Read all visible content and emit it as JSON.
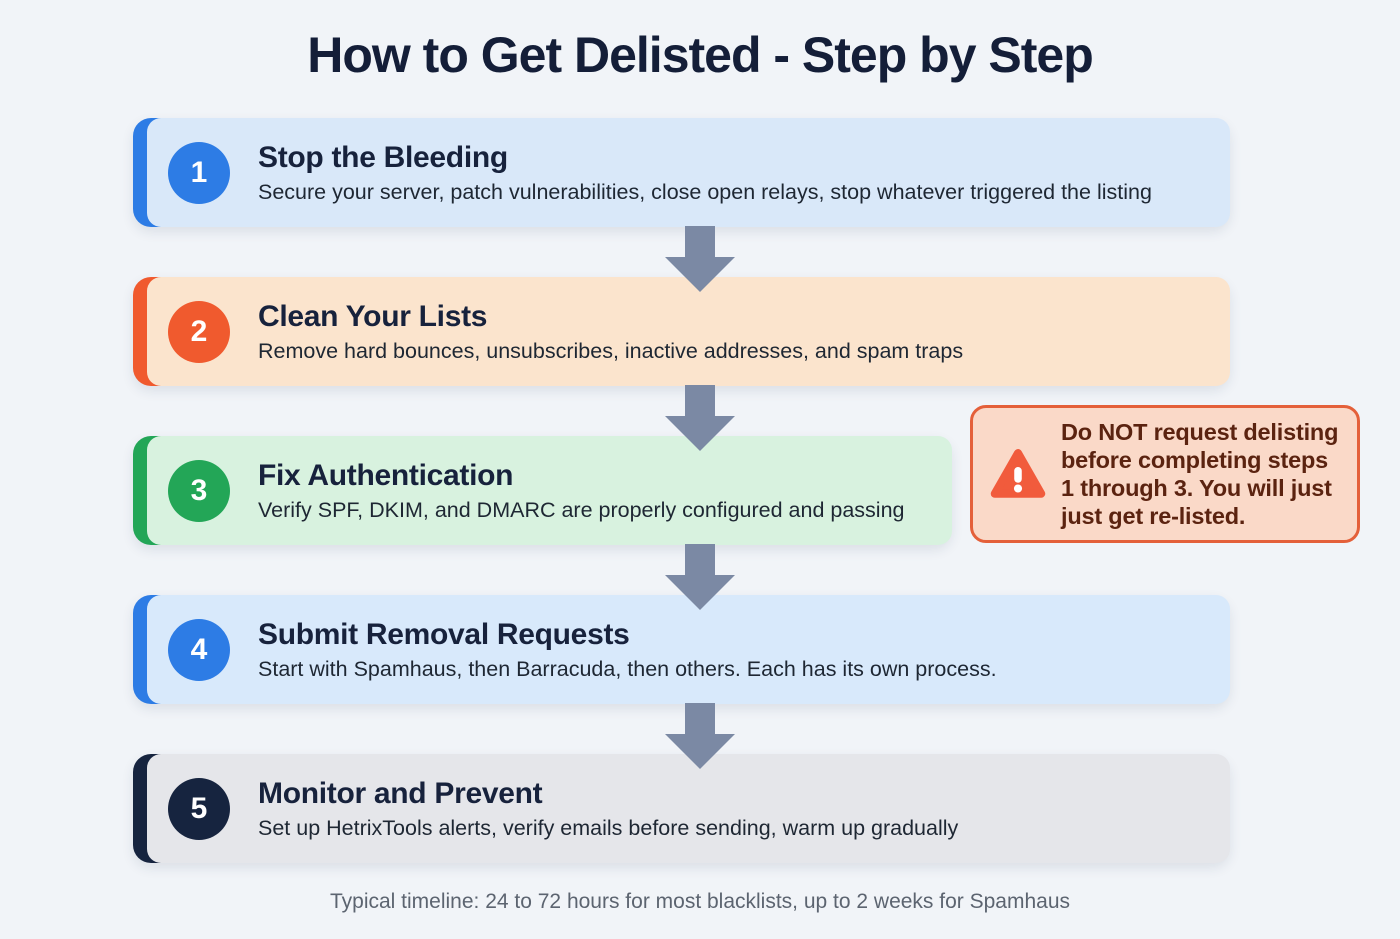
{
  "page": {
    "title": "How to Get Delisted - Step by Step",
    "footer": "Typical timeline: 24 to 72 hours for most blacklists, up to 2 weeks for Spamhaus",
    "background": "#f1f4f8",
    "title_color": "#141e38",
    "footer_color": "#5c6470",
    "arrow_color": "#7b89a4"
  },
  "steps": [
    {
      "number": "1",
      "title": "Stop the Bleeding",
      "description": "Secure your server, patch vulnerabilities, close open relays, stop whatever triggered the listing",
      "accent_color": "#2d7ce5",
      "card_bg": "#d9e8f9",
      "circle_color": "#2d7ce5"
    },
    {
      "number": "2",
      "title": "Clean Your Lists",
      "description": "Remove hard bounces, unsubscribes, inactive addresses, and spam traps",
      "accent_color": "#f05a2e",
      "card_bg": "#fbe4cd",
      "circle_color": "#f05a2e"
    },
    {
      "number": "3",
      "title": "Fix Authentication",
      "description": "Verify SPF, DKIM, and DMARC are properly configured and passing",
      "accent_color": "#23a657",
      "card_bg": "#d8f2df",
      "circle_color": "#23a657"
    },
    {
      "number": "4",
      "title": "Submit Removal Requests",
      "description": "Start with Spamhaus, then Barracuda, then others. Each has its own process.",
      "accent_color": "#2d7ce5",
      "card_bg": "#d8e9fb",
      "circle_color": "#2d7ce5"
    },
    {
      "number": "5",
      "title": "Monitor and Prevent",
      "description": "Set up HetrixTools alerts, verify emails before sending, warm up gradually",
      "accent_color": "#16243f",
      "card_bg": "#e5e6ea",
      "circle_color": "#16243f"
    }
  ],
  "warning": {
    "text": "Do NOT request delisting before completing steps 1 through 3. You will just just get re-listed.",
    "bg": "#fad9c8",
    "border_color": "#e4603a",
    "text_color": "#5b2310",
    "icon_color": "#f15b3c"
  }
}
